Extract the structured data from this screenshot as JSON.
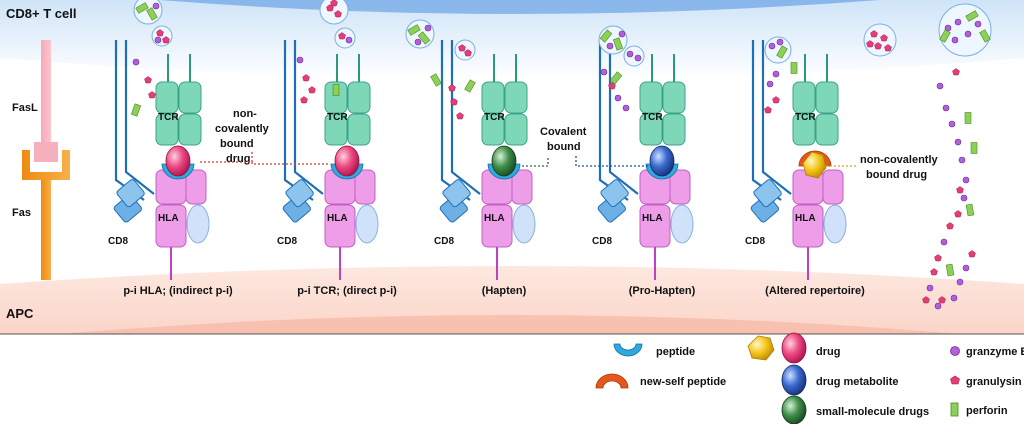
{
  "regions": {
    "top_label": "CD8+ T cell",
    "bottom_label": "APC",
    "fasl_label": "FasL",
    "fas_label": "Fas"
  },
  "common": {
    "tcr": "TCR",
    "hla": "HLA",
    "cd8": "CD8"
  },
  "panels": [
    {
      "caption": "p-i HLA; (indirect p-i)",
      "drug": "drug",
      "peptide": "peptide"
    },
    {
      "caption": "p-i TCR; (direct p-i)",
      "drug": "drug",
      "peptide": "peptide"
    },
    {
      "caption": "(Hapten)",
      "drug": "small-molecule drugs",
      "peptide": "peptide"
    },
    {
      "caption": "(Pro-Hapten)",
      "drug": "drug metabolite",
      "peptide": "peptide"
    },
    {
      "caption": "(Altered repertoire)",
      "drug": "drug",
      "peptide": "new-self peptide"
    }
  ],
  "annotations": {
    "noncovalent_left": [
      "non-",
      "covalently",
      "bound",
      "drug"
    ],
    "covalent": [
      "Covalent",
      "bound"
    ],
    "noncovalent_right": [
      "non-covalently",
      "bound drug"
    ]
  },
  "legend": {
    "peptide": "peptide",
    "new_self_peptide": "new-self peptide",
    "drug": "drug",
    "drug_metabolite": "drug metabolite",
    "small_molecule": "small-molecule drugs",
    "granzyme": "granzyme B",
    "granulysin": "granulysin",
    "perforin": "perforin"
  },
  "colors": {
    "tcell": "#dcebfa",
    "apc": "#fbe1d8",
    "tcr": "#6fd0b0",
    "hla": "#e98ce8",
    "cd8": "#5aa3dc",
    "peptide": "#2fa9e0",
    "new_self_peptide": "#e4581e",
    "drug_pink": "#e82c6e",
    "drug_yellow": "#f4c21a",
    "drug_blue": "#2c5bc0",
    "drug_green": "#2f7d3c",
    "granzyme": "#b060d8",
    "granulysin": "#e83c78",
    "perforin": "#8cd058"
  }
}
